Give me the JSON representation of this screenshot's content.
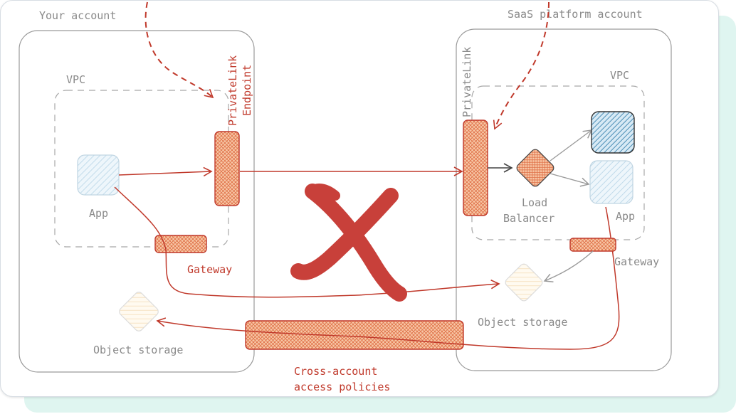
{
  "your_account": {
    "title": "Your account",
    "vpc_label": "VPC",
    "app_label": "App",
    "endpoint_label_line1": "PrivateLink",
    "endpoint_label_line2": "Endpoint",
    "gateway_label": "Gateway",
    "storage_label": "Object storage"
  },
  "saas_account": {
    "title": "SaaS platform account",
    "vpc_label": "VPC",
    "privatelink_label": "PrivateLink",
    "lb_label_line1": "Load",
    "lb_label_line2": "Balancer",
    "app_label": "App",
    "gateway_label": "Gateway",
    "storage_label": "Object storage"
  },
  "cross_account": {
    "label_line1": "Cross-account",
    "label_line2": "access policies"
  },
  "colors": {
    "accent_red": "#c0392b",
    "orange_fill": "#f5b48a",
    "cross_red": "#c8403a",
    "app_blue": "#bcd8ea",
    "container_gray": "#9a9a9a"
  }
}
